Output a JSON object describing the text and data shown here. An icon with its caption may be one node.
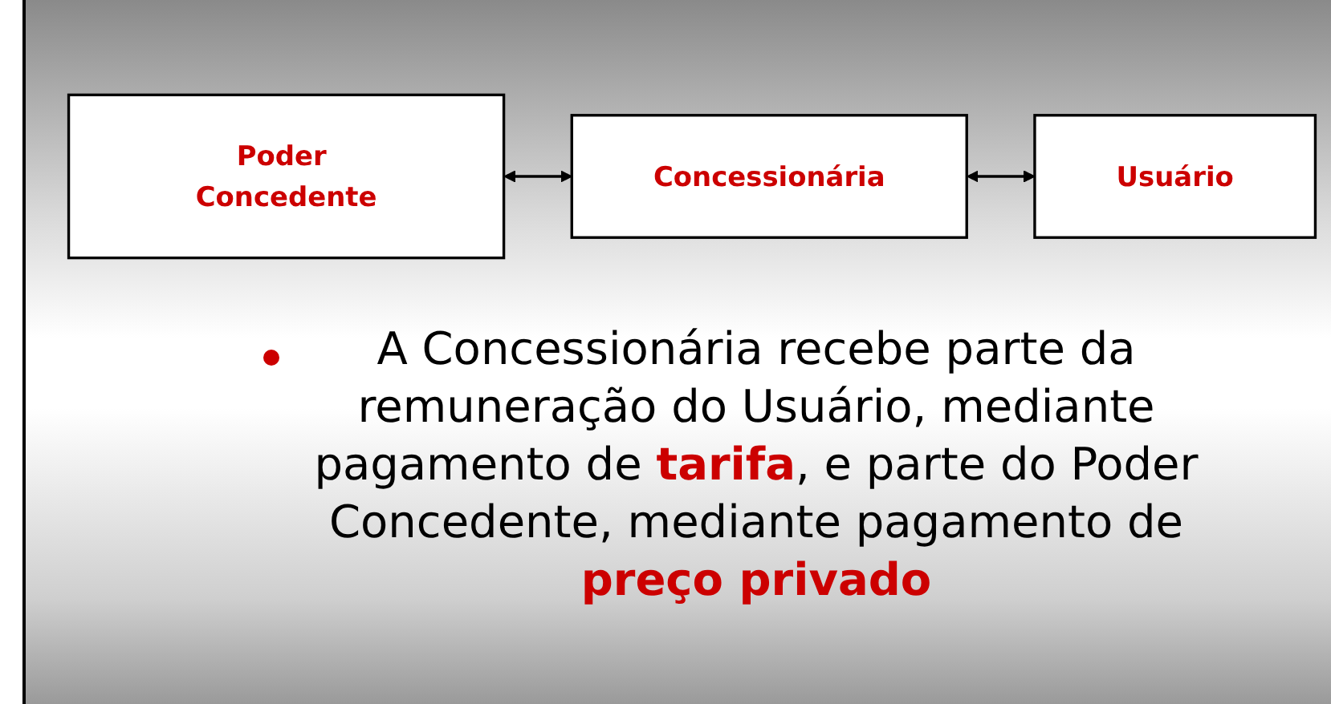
{
  "diagram": {
    "nodes": [
      {
        "text": [
          "Poder Concedente"
        ]
      },
      {
        "text": [
          "Concessionária"
        ]
      },
      {
        "text": [
          "Usuário"
        ]
      }
    ],
    "edges": [
      {
        "from": 0,
        "to": 1,
        "arrow": "both"
      },
      {
        "from": 1,
        "to": 2,
        "arrow": "both"
      }
    ],
    "labels": [
      "A Concessionária recebe parte da remuneração do Usuário, mediante pagamento de **tarifa**, e parte do Poder Concedente, mediante pagamento de **preço privado**"
    ]
  }
}
